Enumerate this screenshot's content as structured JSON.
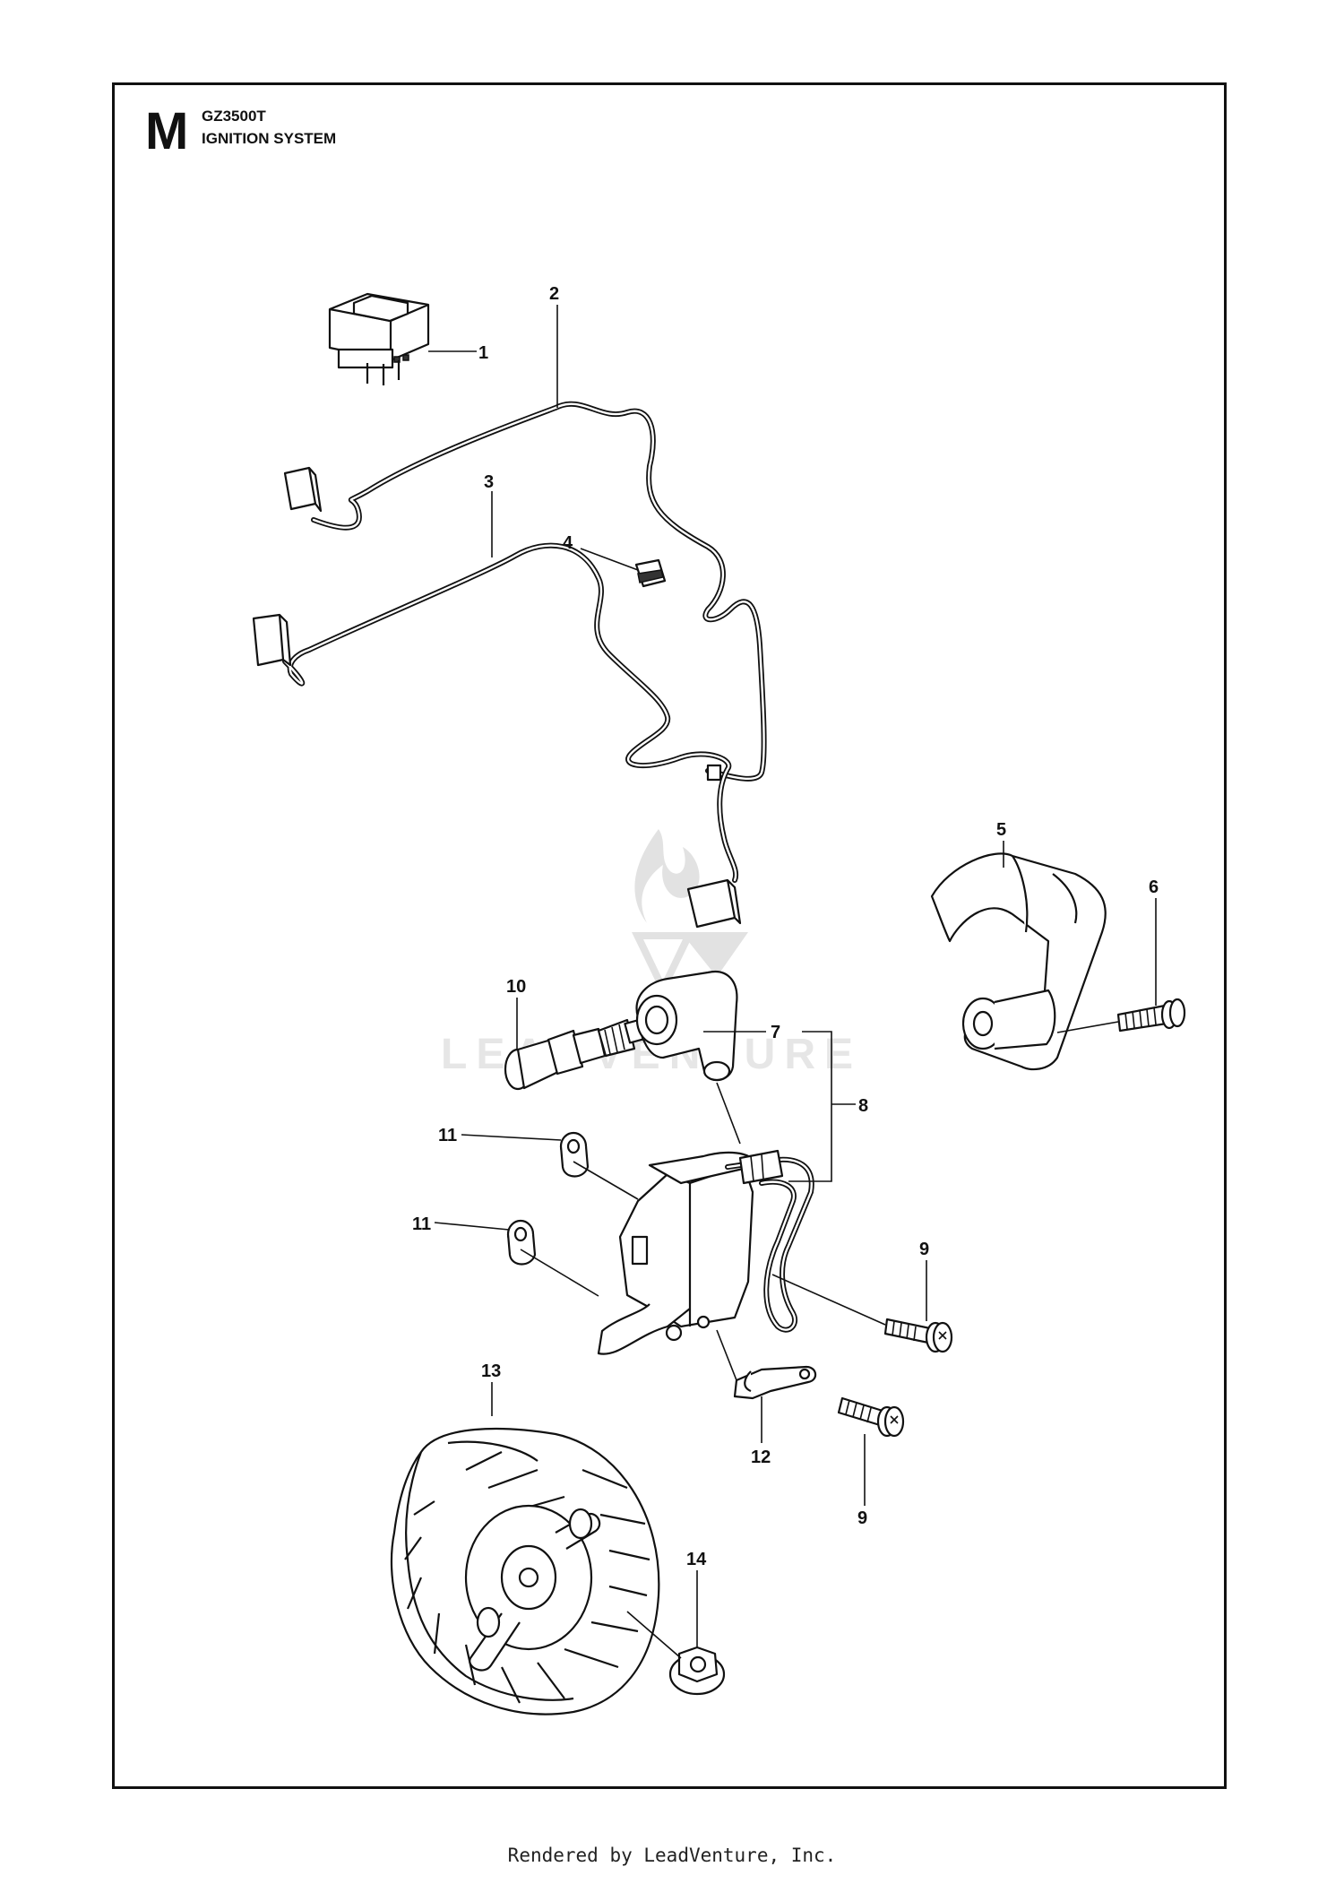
{
  "header": {
    "section_letter": "M",
    "model": "GZ3500T",
    "title": "IGNITION SYSTEM"
  },
  "watermark": {
    "text": "LEADVENTURE"
  },
  "callouts": [
    "1",
    "2",
    "3",
    "4",
    "5",
    "6",
    "7",
    "8",
    "9",
    "9",
    "10",
    "11",
    "11",
    "12",
    "13",
    "14"
  ],
  "footer": {
    "text": "Rendered by LeadVenture, Inc."
  }
}
